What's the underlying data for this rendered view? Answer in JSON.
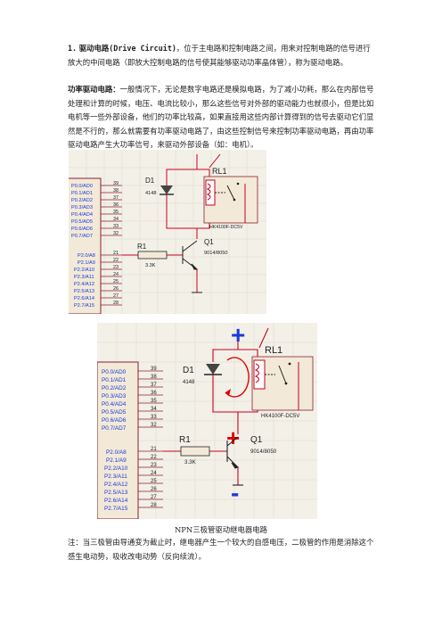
{
  "para1": {
    "index": "1.",
    "title": "驱动电路(Drive Circuit)",
    "body": "，位于主电路和控制电路之间，用来对控制电路的信号进行放大的中间电路（即放大控制电路的信号使其能够驱动功率晶体管），称为驱动电路。"
  },
  "para2": {
    "title": "功率驱动电路：",
    "body": "一般情况下，无论是数字电路还是模拟电路，为了减小功耗，那么在内部信号处理和计算的时候，电压、电流比较小，那么这些信号对外部的驱动能力也就很小，但是比如电机等一些外部设备，他们的功率比较高，如果直接用这些内部计算得到的信号去驱动它们显然是不行的，那么就需要有功率驱动电路了，由这些控制信号来控制功率驱动电路，再由功率驱动电路产生大功率信号，来驱动外部设备（如：电机）。"
  },
  "circuit": {
    "port_labels": [
      "P0.0/AD0",
      "P0.1/AD1",
      "P0.2/AD2",
      "P0.3/AD3",
      "P0.4/AD4",
      "P0.5/AD5",
      "P0.6/AD6",
      "P0.7/AD7"
    ],
    "port_pins": [
      "39",
      "38",
      "37",
      "36",
      "35",
      "34",
      "33",
      "32"
    ],
    "p2_labels": [
      "P2.0/A8",
      "P2.1/A9",
      "P2.2/A10",
      "P2.3/A11",
      "P2.4/A12",
      "P2.5/A13",
      "P2.6/A14",
      "P2.7/A15"
    ],
    "p2_pins": [
      "21",
      "22",
      "23",
      "24",
      "25",
      "26",
      "27",
      "28"
    ],
    "d1": "D1",
    "d1_part": "4148",
    "rl1": "RL1",
    "relay_part": "HK4100F-DC5V",
    "r1": "R1",
    "r1_value": "3.3K",
    "q1": "Q1",
    "q1_part": "9014/8050",
    "plus": "+",
    "minus": "-",
    "colors": {
      "wire": "#c8001e",
      "component": "#222222",
      "chip_bg": "#f2e9d8",
      "board": "#f3f0e8",
      "grid": "#d9d4c8",
      "blue": "#1a3ad8",
      "red_sign": "#e00000"
    }
  },
  "caption": "NPN三极管驱动继电器电路",
  "note": "注：当三极管由导通变为截止时，继电器产生一个较大的自感电压，二极管的作用是消除这个感生电动势，吸收改电动势（反向续流）。"
}
